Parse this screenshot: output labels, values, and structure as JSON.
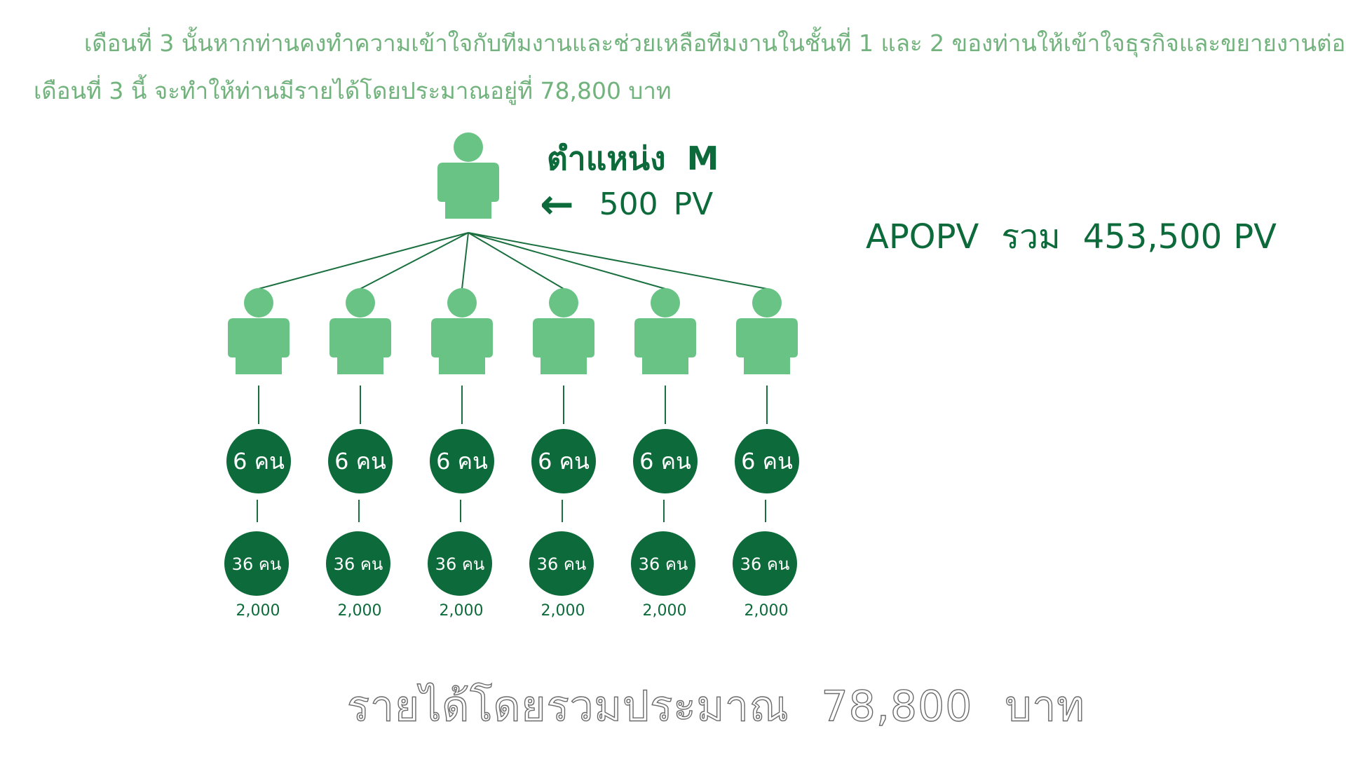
{
  "intro": {
    "line1": "เดือนที่ 3 นั้นหากท่านคงทำความเข้าใจกับทีมงานและช่วยเหลือทีมงานในชั้นที่ 1 และ 2 ของท่านให้เข้าใจธุรกิจและขยายงานต่อใน",
    "line2": "เดือนที่ 3 นี้ จะทำให้ท่านมีรายได้โดยประมาณอยู่ที่ 78,800 บาท"
  },
  "top": {
    "position_label": "ตำแหน่ง",
    "position_value": "M",
    "arrow_icon": "left-arrow-icon",
    "pv_value": "500",
    "pv_unit": "PV"
  },
  "summary": {
    "label": "APOPV",
    "sum_word": "รวม",
    "value": "453,500",
    "unit": "PV"
  },
  "branches": [
    {
      "level1": "6 คน",
      "level2": "36 คน",
      "amount": "2,000"
    },
    {
      "level1": "6 คน",
      "level2": "36 คน",
      "amount": "2,000"
    },
    {
      "level1": "6 คน",
      "level2": "36 คน",
      "amount": "2,000"
    },
    {
      "level1": "6 คน",
      "level2": "36 คน",
      "amount": "2,000"
    },
    {
      "level1": "6 คน",
      "level2": "36 คน",
      "amount": "2,000"
    },
    {
      "level1": "6 คน",
      "level2": "36 คน",
      "amount": "2,000"
    }
  ],
  "total": {
    "label": "รายได้โดยรวมประมาณ",
    "value": "78,800",
    "unit": "บาท"
  },
  "colors": {
    "person": "#68c385",
    "dark_green": "#0d6a3a",
    "light_text": "#72b37d",
    "total_outline": "#6b6b6b"
  }
}
